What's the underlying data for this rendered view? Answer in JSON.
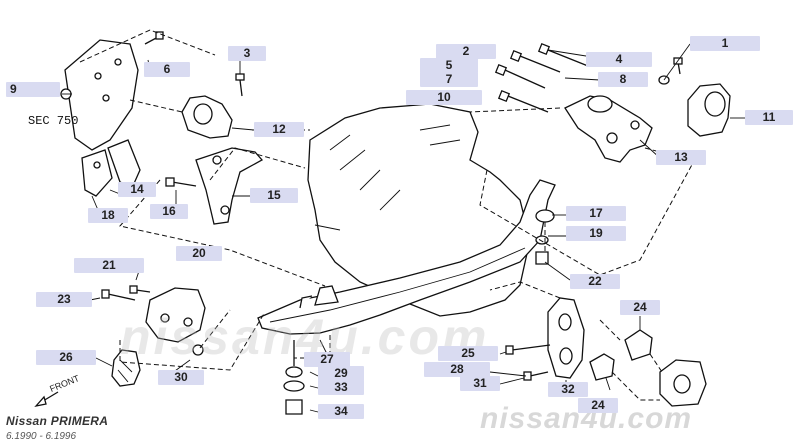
{
  "diagram": {
    "model": "Nissan PRIMERA",
    "years": "6.1990 - 6.1996",
    "watermark": "nissan4u.com",
    "watermark_mid": "nissan4u.com",
    "section_ref": "SEC 750",
    "front_label": "FRONT",
    "label_color": "#d9dbf1",
    "parts": {
      "p1": "1",
      "p2": "2",
      "p3": "3",
      "p4": "4",
      "p5": "5",
      "p6": "6",
      "p7": "7",
      "p8": "8",
      "p9": "9",
      "p10": "10",
      "p11": "11",
      "p12": "12",
      "p13": "13",
      "p14": "14",
      "p15": "15",
      "p16": "16",
      "p17": "17",
      "p18": "18",
      "p19": "19",
      "p20": "20",
      "p21": "21",
      "p22": "22",
      "p23": "23",
      "p24a": "24",
      "p24b": "24",
      "p25": "25",
      "p26": "26",
      "p27": "27",
      "p28": "28",
      "p29": "29",
      "p30": "30",
      "p31": "31",
      "p32": "32",
      "p33": "33",
      "p34": "34"
    }
  }
}
